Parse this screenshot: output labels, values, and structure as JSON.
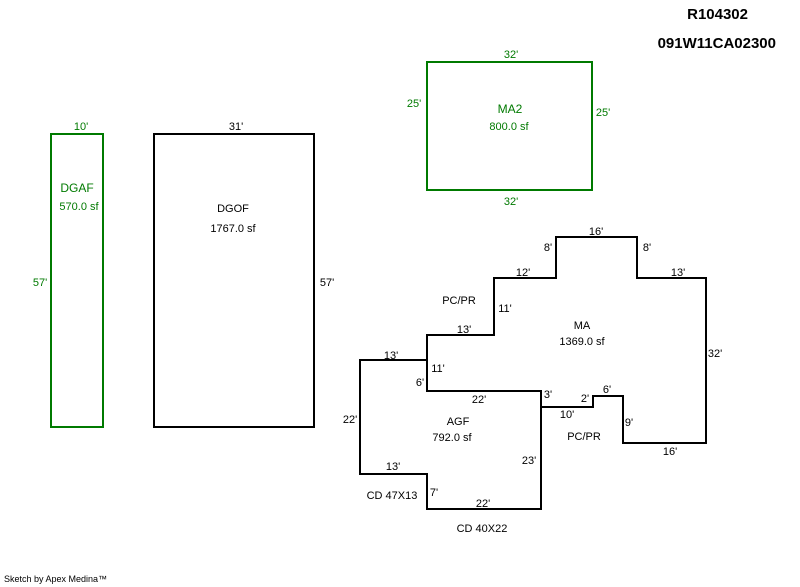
{
  "header": {
    "parcel_id": "R104302",
    "map_id": "091W11CA02300"
  },
  "footer": "Sketch by Apex Medina™",
  "colors": {
    "outline": "#000000",
    "highlight": "#007a00"
  },
  "areas": [
    {
      "id": "dgaf",
      "name": "DGAF",
      "area": "570.0 sf",
      "color": "green"
    },
    {
      "id": "dgof",
      "name": "DGOF",
      "area": "1767.0 sf",
      "color": "black"
    },
    {
      "id": "ma2",
      "name": "MA2",
      "area": "800.0 sf",
      "color": "green"
    },
    {
      "id": "ma",
      "name": "MA",
      "area": "1369.0 sf",
      "color": "black"
    },
    {
      "id": "agf",
      "name": "AGF",
      "area": "792.0 sf",
      "color": "black"
    }
  ],
  "labels": {
    "pcpr_top": "PC/PR",
    "pcpr_bottom": "PC/PR",
    "cd_47x13": "CD 47X13",
    "cd_40x22": "CD 40X22"
  },
  "dimensions": {
    "dgaf_top": "10'",
    "dgaf_left": "57'",
    "dgof_top": "31'",
    "dgof_right": "57'",
    "ma2_top": "32'",
    "ma2_bottom": "32'",
    "ma2_left": "25'",
    "ma2_right": "25'",
    "ma_8_left": "8'",
    "ma_16_top": "16'",
    "ma_8_right": "8'",
    "ma_12": "12'",
    "ma_13_right": "13'",
    "ma_11_step": "11'",
    "ma_13_step": "13'",
    "ma_32": "32'",
    "ma_11_left": "11'",
    "ma_6_left": "6'",
    "ma_22": "22'",
    "ma_3": "3'",
    "ma_6_notch": "6'",
    "ma_2": "2'",
    "ma_10": "10'",
    "ma_9": "9'",
    "ma_16_bottom": "16'",
    "cd_13_top": "13'",
    "cd_22_left": "22'",
    "cd_13_bottom": "13'",
    "cd_7": "7'",
    "cd_22_bottom": "22'",
    "agf_23": "23'"
  }
}
